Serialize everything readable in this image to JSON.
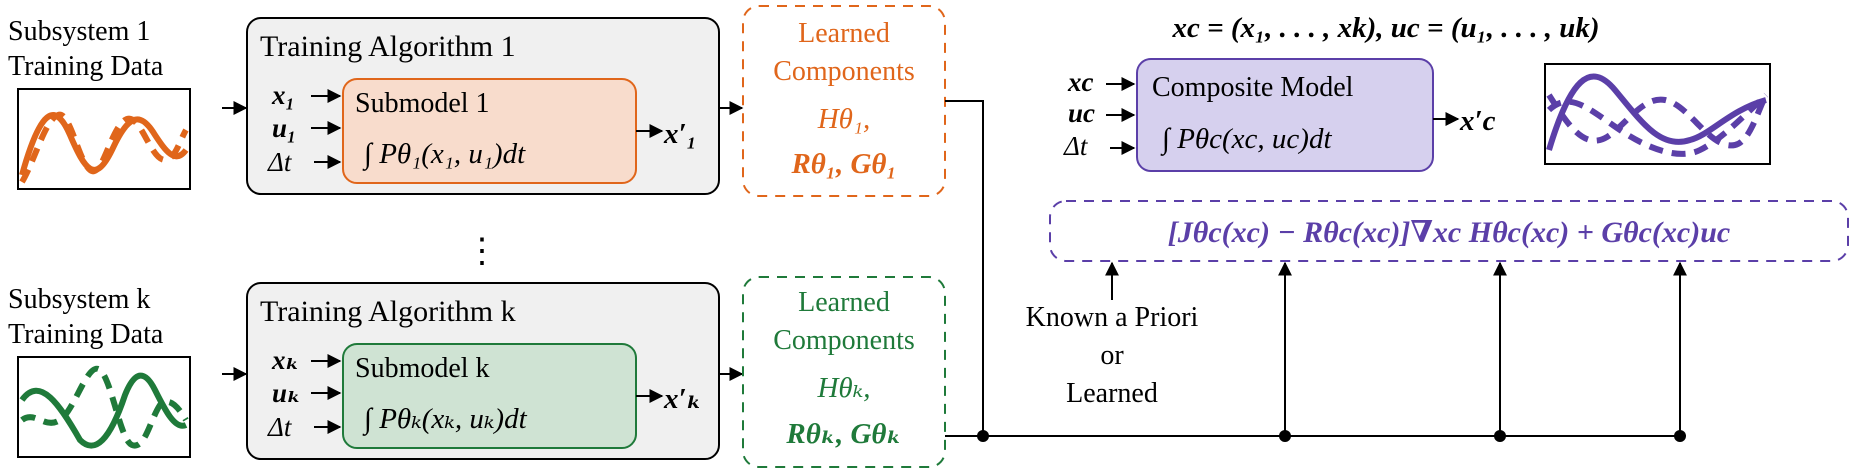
{
  "colors": {
    "subsystem1": "#e0661b",
    "subsystem1_fill": "#f8dccc",
    "subsystemk": "#1f7a3a",
    "subsystemk_fill": "#cfe3d3",
    "composite": "#5b3fa8",
    "composite_fill": "#d6d0ee",
    "algorithm_fill": "#f0f0f0",
    "line": "#000000"
  },
  "subsystem1": {
    "label_line1": "Subsystem 1",
    "label_line2": "Training Data",
    "algorithm_title": "Training Algorithm 1",
    "submodel_title": "Submodel 1",
    "submodel_formula": "∫ Pθ₁(x₁, u₁)dt",
    "inputs": [
      "x₁",
      "u₁",
      "Δt"
    ],
    "output": "x′₁",
    "learned_title_line1": "Learned",
    "learned_title_line2": "Components",
    "learned_line1": "Hθ₁,",
    "learned_line2": "Rθ₁, Gθ₁"
  },
  "ellipsis": "⋮",
  "subsystemk": {
    "label_line1": "Subsystem k",
    "label_line2": "Training Data",
    "algorithm_title": "Training Algorithm k",
    "submodel_title": "Submodel k",
    "submodel_formula": "∫ Pθₖ(xₖ, uₖ)dt",
    "inputs": [
      "xₖ",
      "uₖ",
      "Δt"
    ],
    "output": "x′ₖ",
    "learned_title_line1": "Learned",
    "learned_title_line2": "Components",
    "learned_line1": "Hθₖ,",
    "learned_line2": "Rθₖ, Gθₖ"
  },
  "composite": {
    "definition": "xc = (x₁, . . . , xk), uc = (u₁, . . . , uk)",
    "title": "Composite Model",
    "formula": "∫ Pθc(xc, uc)dt",
    "inputs": [
      "xc",
      "uc",
      "Δt"
    ],
    "output": "x′c",
    "equation": "[Jθc(xc) − Rθc(xc)]∇xc Hθc(xc) + Gθc(xc)uc"
  },
  "known_label": {
    "line1": "Known a Priori",
    "line2": "or",
    "line3": "Learned"
  }
}
